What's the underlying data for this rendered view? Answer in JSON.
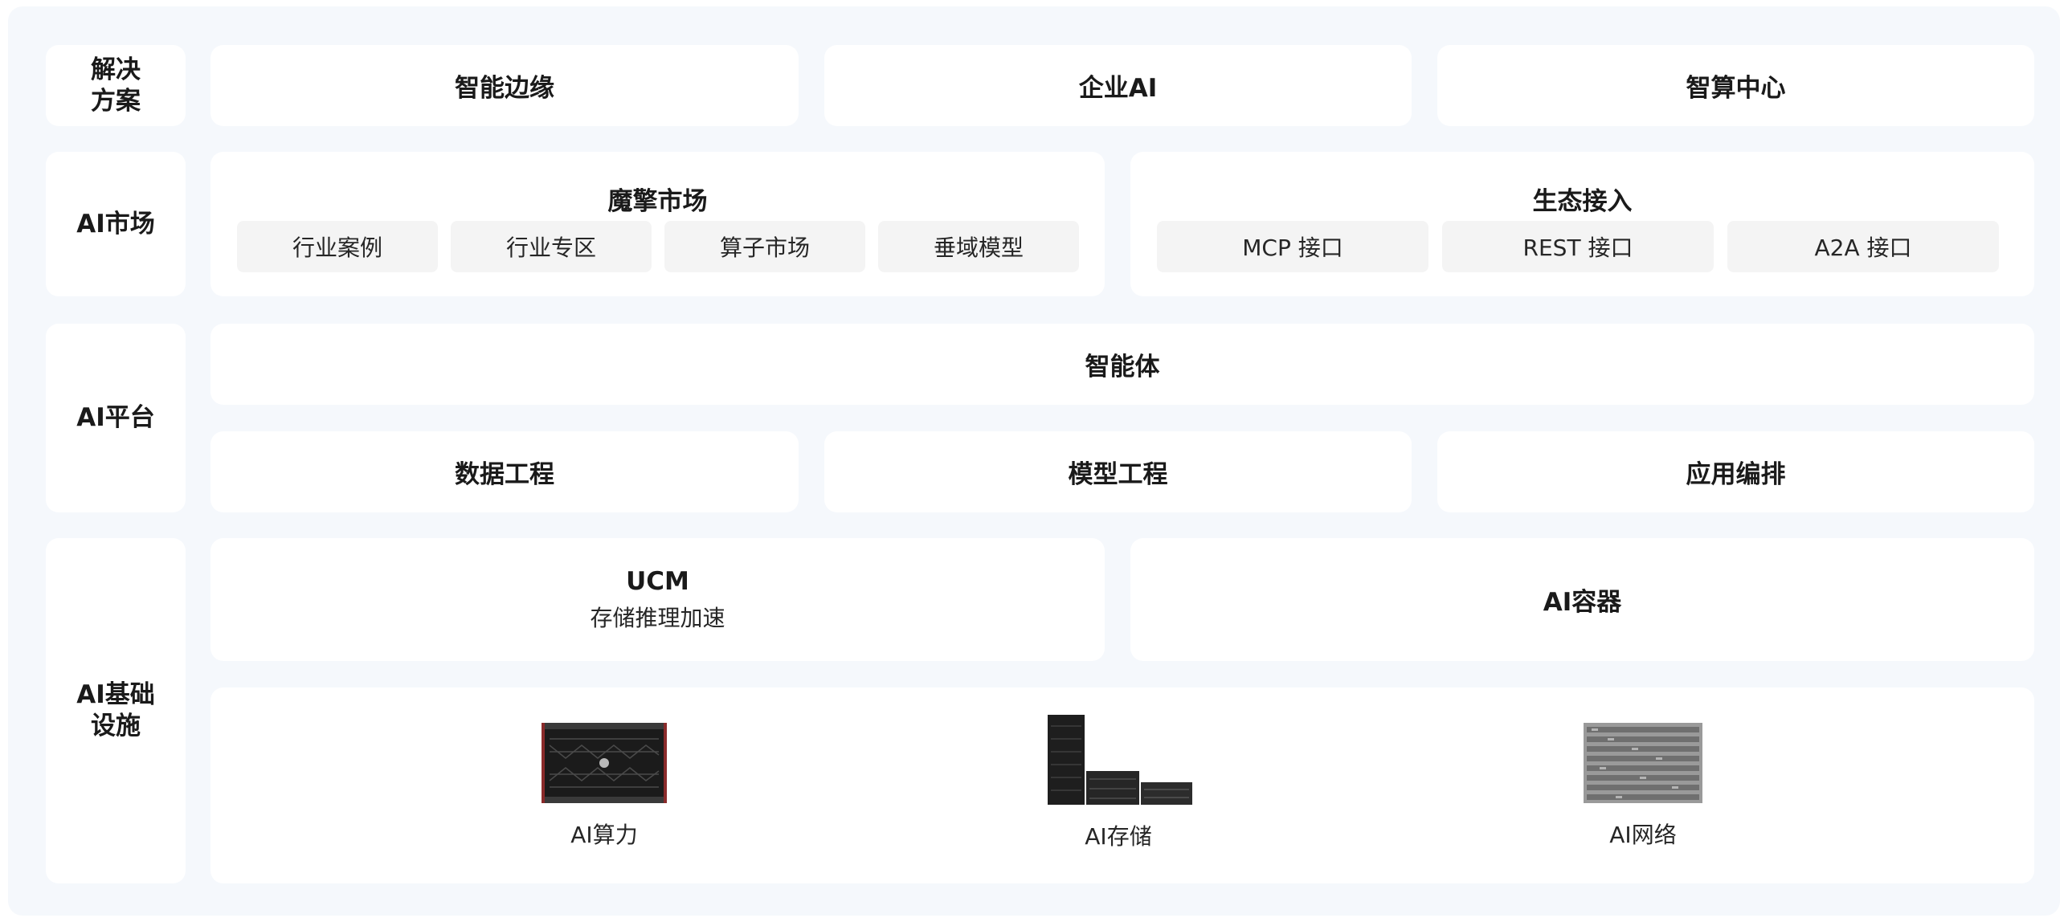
{
  "rows": {
    "solution": {
      "label": "解决\n方案",
      "items": [
        "智能边缘",
        "企业AI",
        "智算中心"
      ]
    },
    "market": {
      "label": "AI市场",
      "groups": [
        {
          "title": "魔擎市场",
          "chips": [
            "行业案例",
            "行业专区",
            "算子市场",
            "垂域模型"
          ]
        },
        {
          "title": "生态接入",
          "chips": [
            "MCP 接口",
            "REST 接口",
            "A2A 接口"
          ]
        }
      ]
    },
    "platform": {
      "label": "AI平台",
      "agent": "智能体",
      "items": [
        "数据工程",
        "模型工程",
        "应用编排"
      ]
    },
    "infra": {
      "label": "AI基础\n设施",
      "ucm": {
        "title": "UCM",
        "subtitle": "存储推理加速"
      },
      "container": "AI容器",
      "hardware": [
        "AI算力",
        "AI存储",
        "AI网络"
      ]
    }
  }
}
